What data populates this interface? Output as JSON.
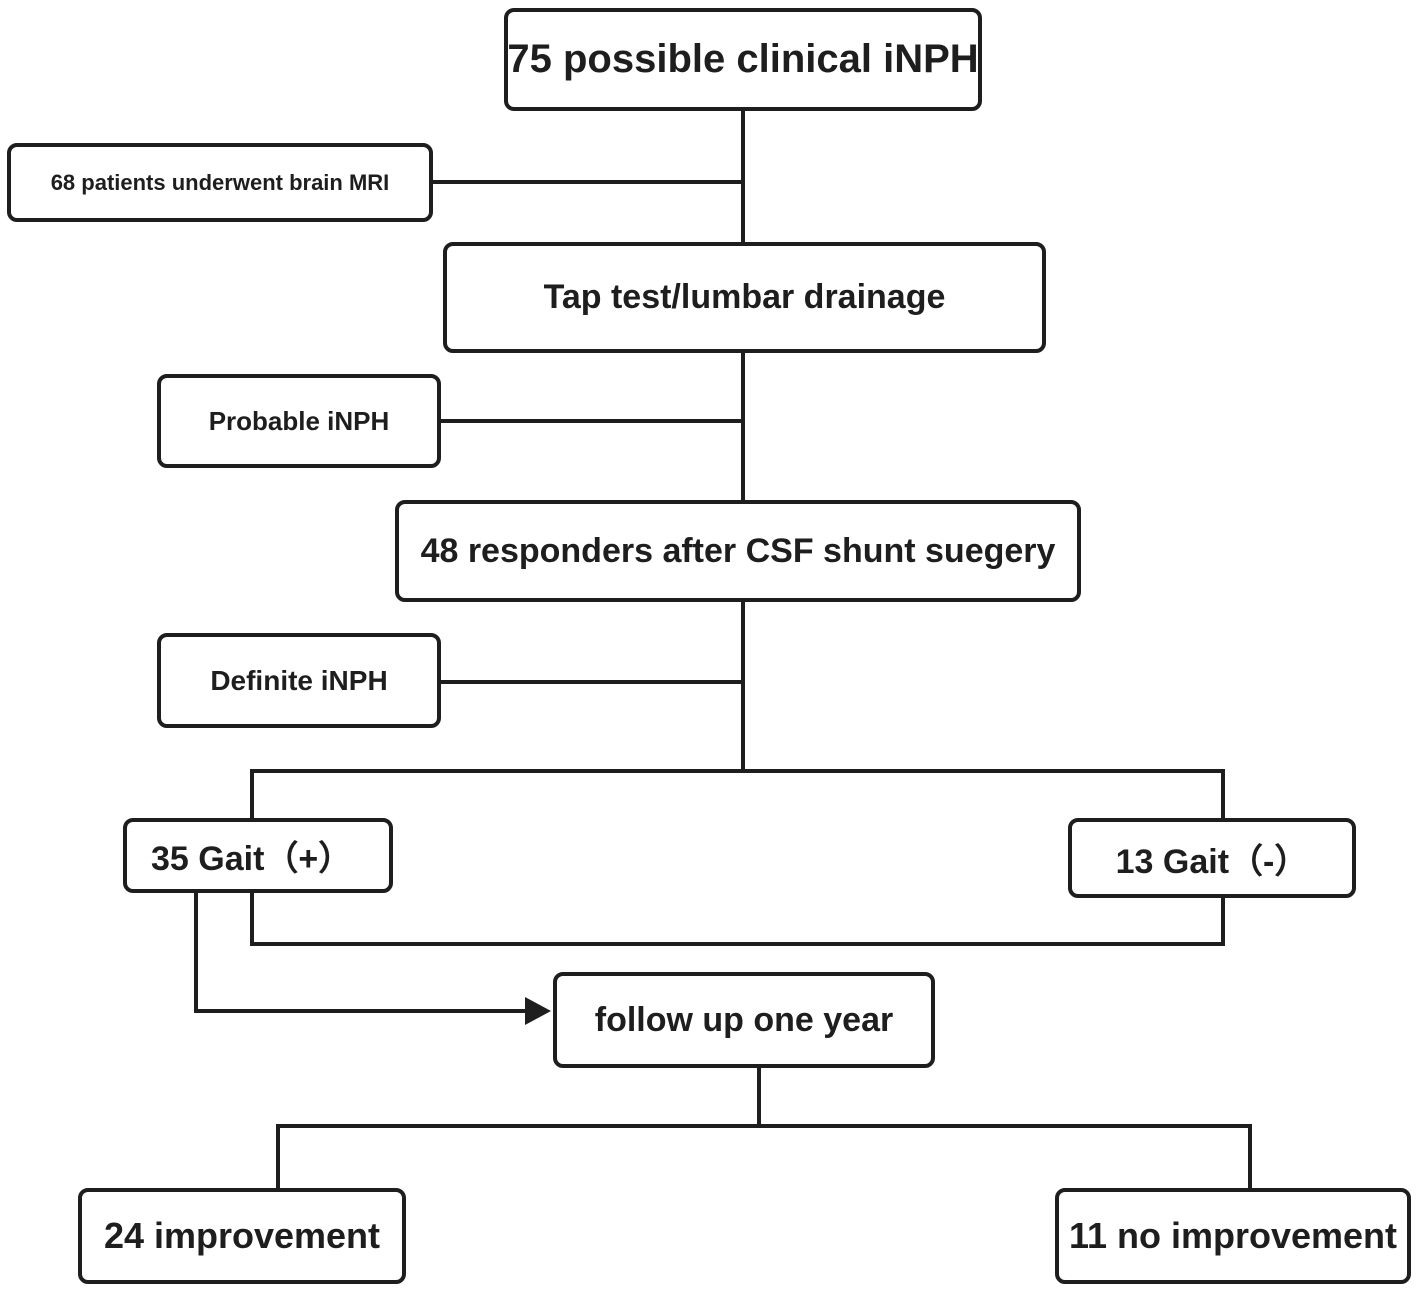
{
  "flowchart": {
    "nodes": {
      "possible": "75 possible clinical iNPH",
      "mri": "68 patients underwent brain MRI",
      "tap": "Tap test/lumbar drainage",
      "probable": "Probable iNPH",
      "responders": "48 responders after CSF shunt suegery",
      "definite": "Definite  iNPH",
      "gait_pos": "35 Gait（+）",
      "gait_neg": "13 Gait（-）",
      "followup": "follow up one year",
      "improvement": "24 improvement",
      "no_improvement": "11 no improvement"
    },
    "colors": {
      "line": "#1e1e1e",
      "box_border": "#1e1e1e",
      "text": "#1e1e1e",
      "background": "#ffffff"
    }
  }
}
